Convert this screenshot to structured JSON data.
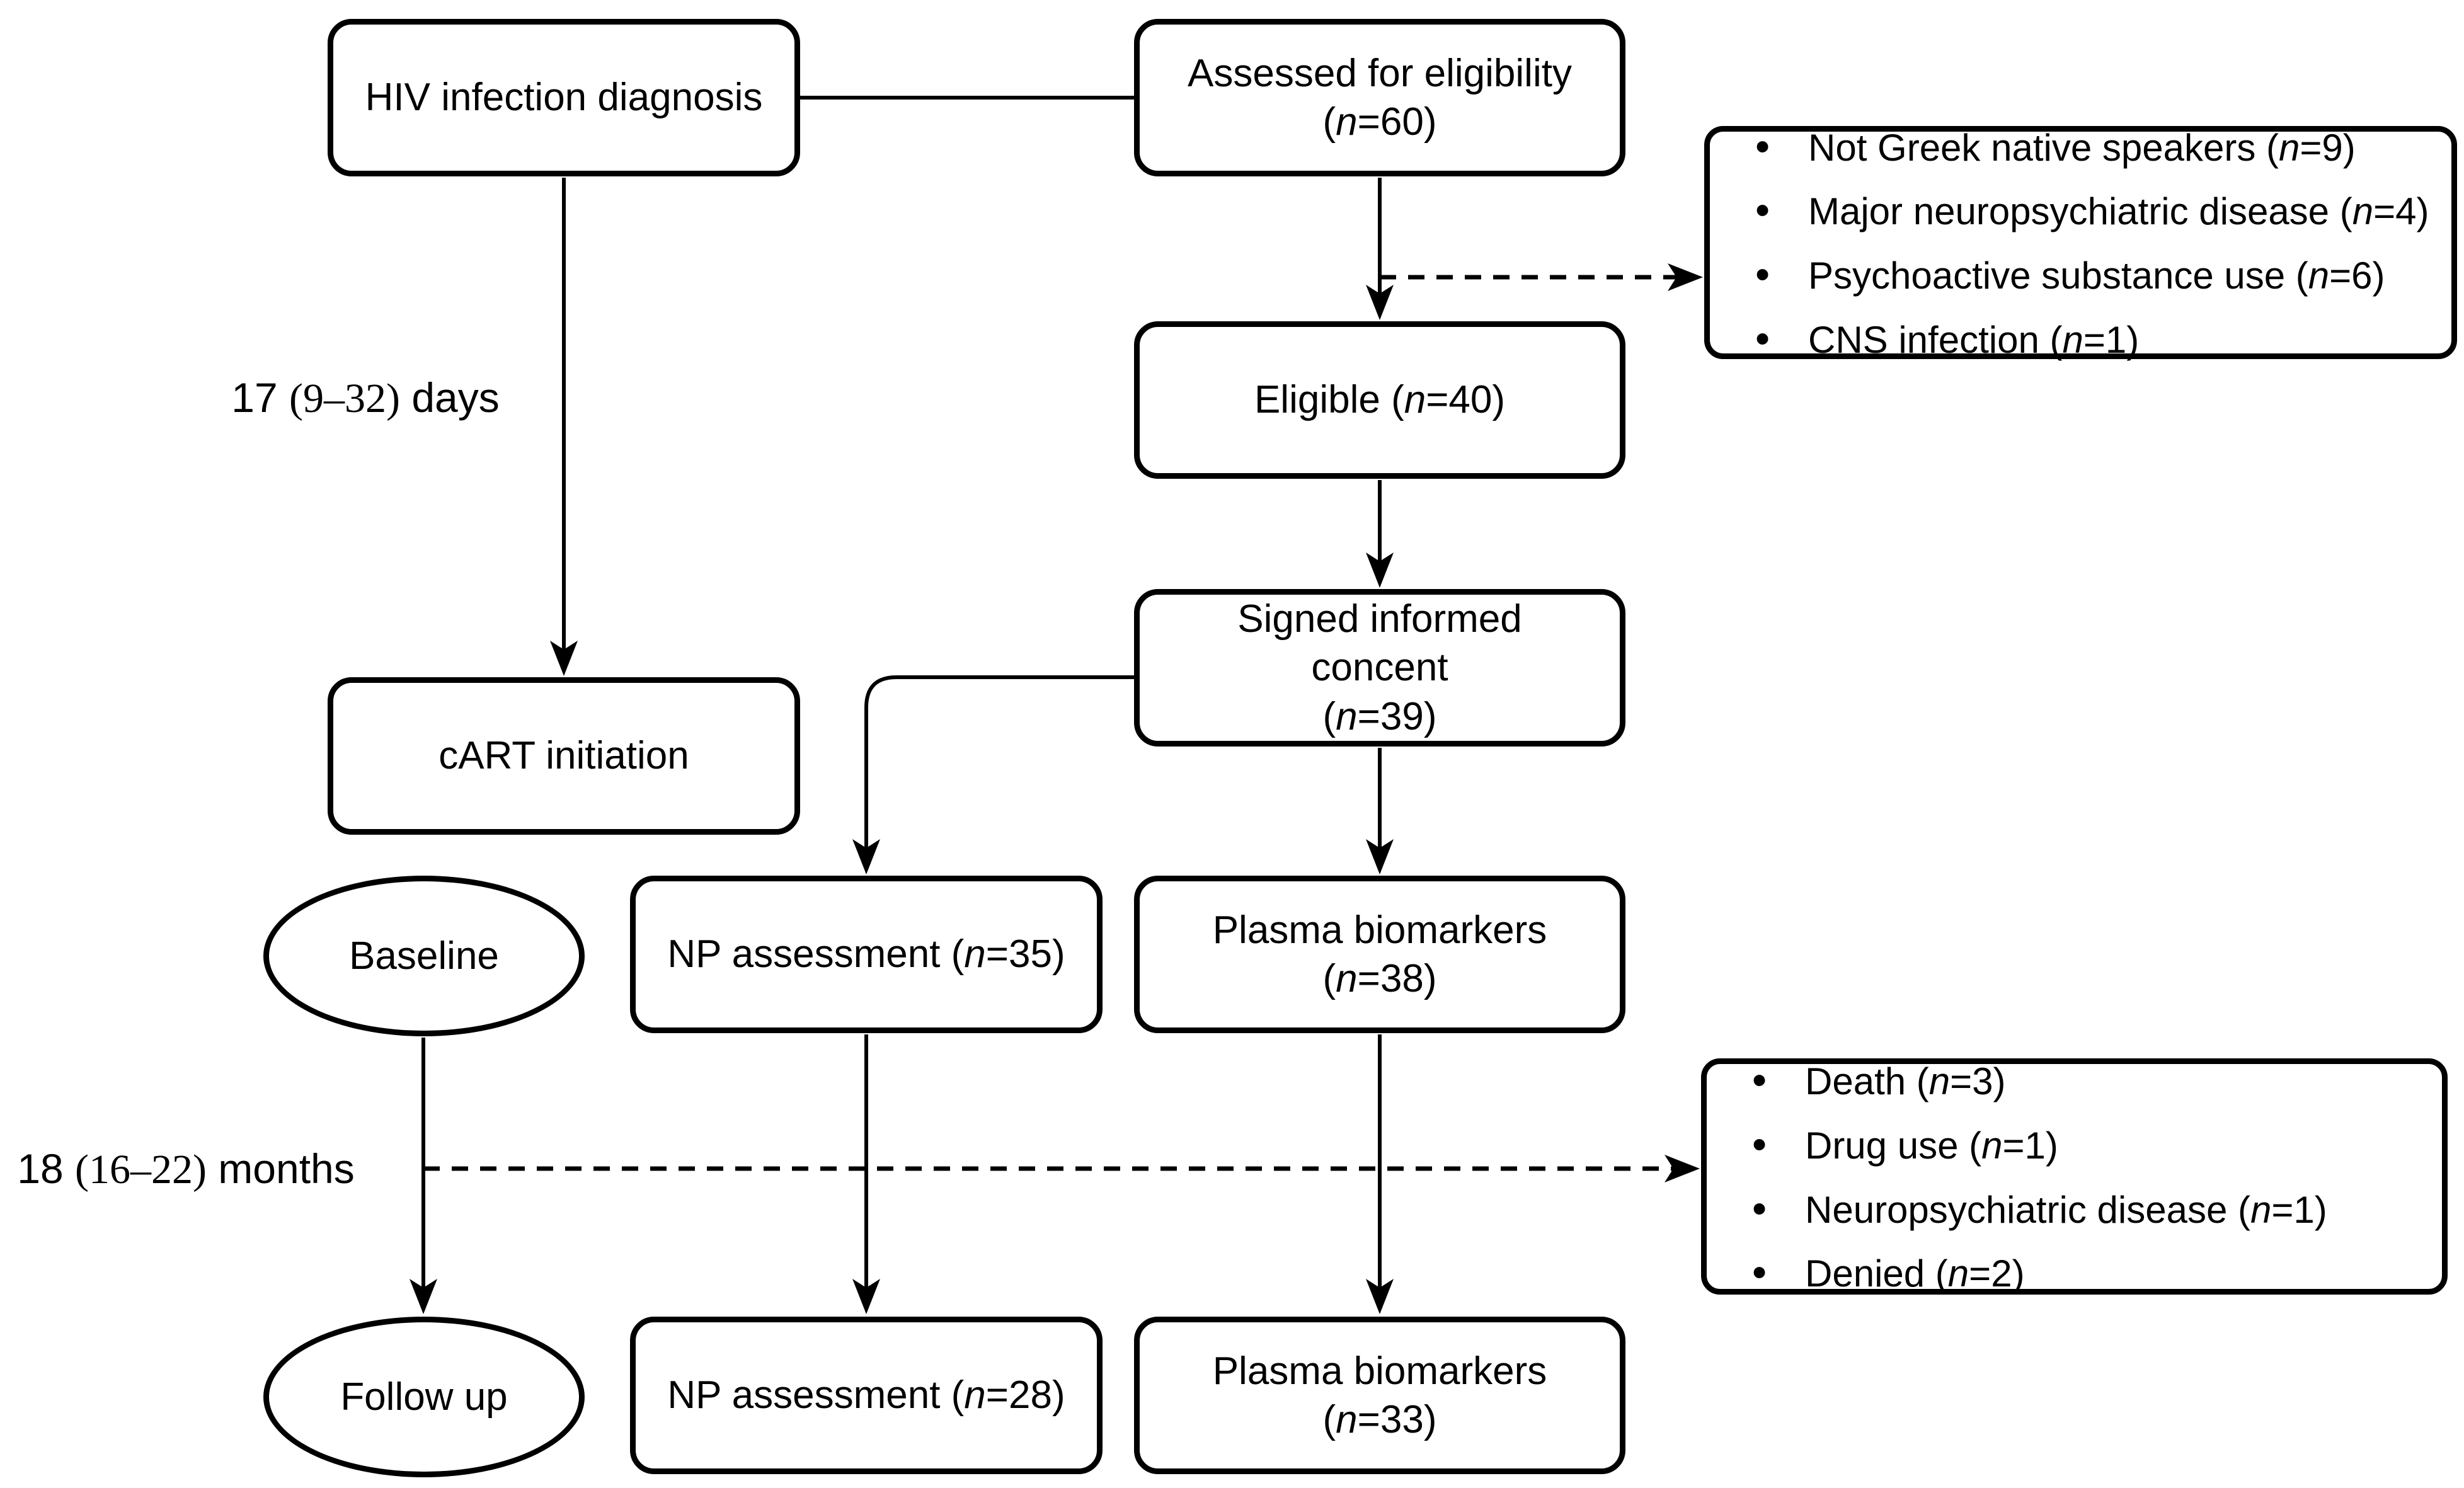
{
  "page": {
    "background": "#ffffff",
    "ink": "#000000",
    "bullet_glyph": "•"
  },
  "nodes": {
    "hiv": {
      "label": "HIV infection diagnosis"
    },
    "assessed": {
      "line1": "Assessed for eligibility",
      "n_open": "(",
      "n": "n",
      "n_rest": "=60)"
    },
    "eligible": {
      "pre": "Eligible (",
      "n": "n",
      "post": "=40)"
    },
    "signed": {
      "line1": "Signed informed",
      "line2": "concent",
      "n_open": "(",
      "n": "n",
      "n_rest": "=39)"
    },
    "cart": {
      "label": "cART initiation"
    },
    "baseline": {
      "label": "Baseline"
    },
    "np_baseline": {
      "pre": "NP assessment (",
      "n": "n",
      "post": "=35)"
    },
    "plasma_baseline": {
      "line1": "Plasma biomarkers",
      "n_open": "(",
      "n": "n",
      "n_rest": "=38)"
    },
    "followup": {
      "label": "Follow up"
    },
    "np_followup": {
      "pre": "NP assessment (",
      "n": "n",
      "post": "=28)"
    },
    "plasma_followup": {
      "line1": "Plasma biomarkers",
      "n_open": "(",
      "n": "n",
      "n_rest": "=33)"
    }
  },
  "exclusions_initial": {
    "items": [
      {
        "pre": "Not Greek native speakers (",
        "n": "n",
        "post": "=9)"
      },
      {
        "pre": "Major neuropsychiatric disease (",
        "n": "n",
        "post": "=4)"
      },
      {
        "pre": "Psychoactive substance use (",
        "n": "n",
        "post": "=6)"
      },
      {
        "pre": "CNS infection (",
        "n": "n",
        "post": "=1)"
      }
    ]
  },
  "exclusions_followup": {
    "items": [
      {
        "pre": "Death (",
        "n": "n",
        "post": "=3)"
      },
      {
        "pre": "Drug use (",
        "n": "n",
        "post": "=1)"
      },
      {
        "pre": "Neuropsychiatric disease (",
        "n": "n",
        "post": "=1)"
      },
      {
        "pre": "Denied (",
        "n": "n",
        "post": "=2)"
      }
    ]
  },
  "labels": {
    "cart_interval": {
      "num": "17 ",
      "range": "(9–32)",
      "unit": " days"
    },
    "followup_interval": {
      "num": "18 ",
      "range": "(16–22)",
      "unit": " months"
    }
  }
}
